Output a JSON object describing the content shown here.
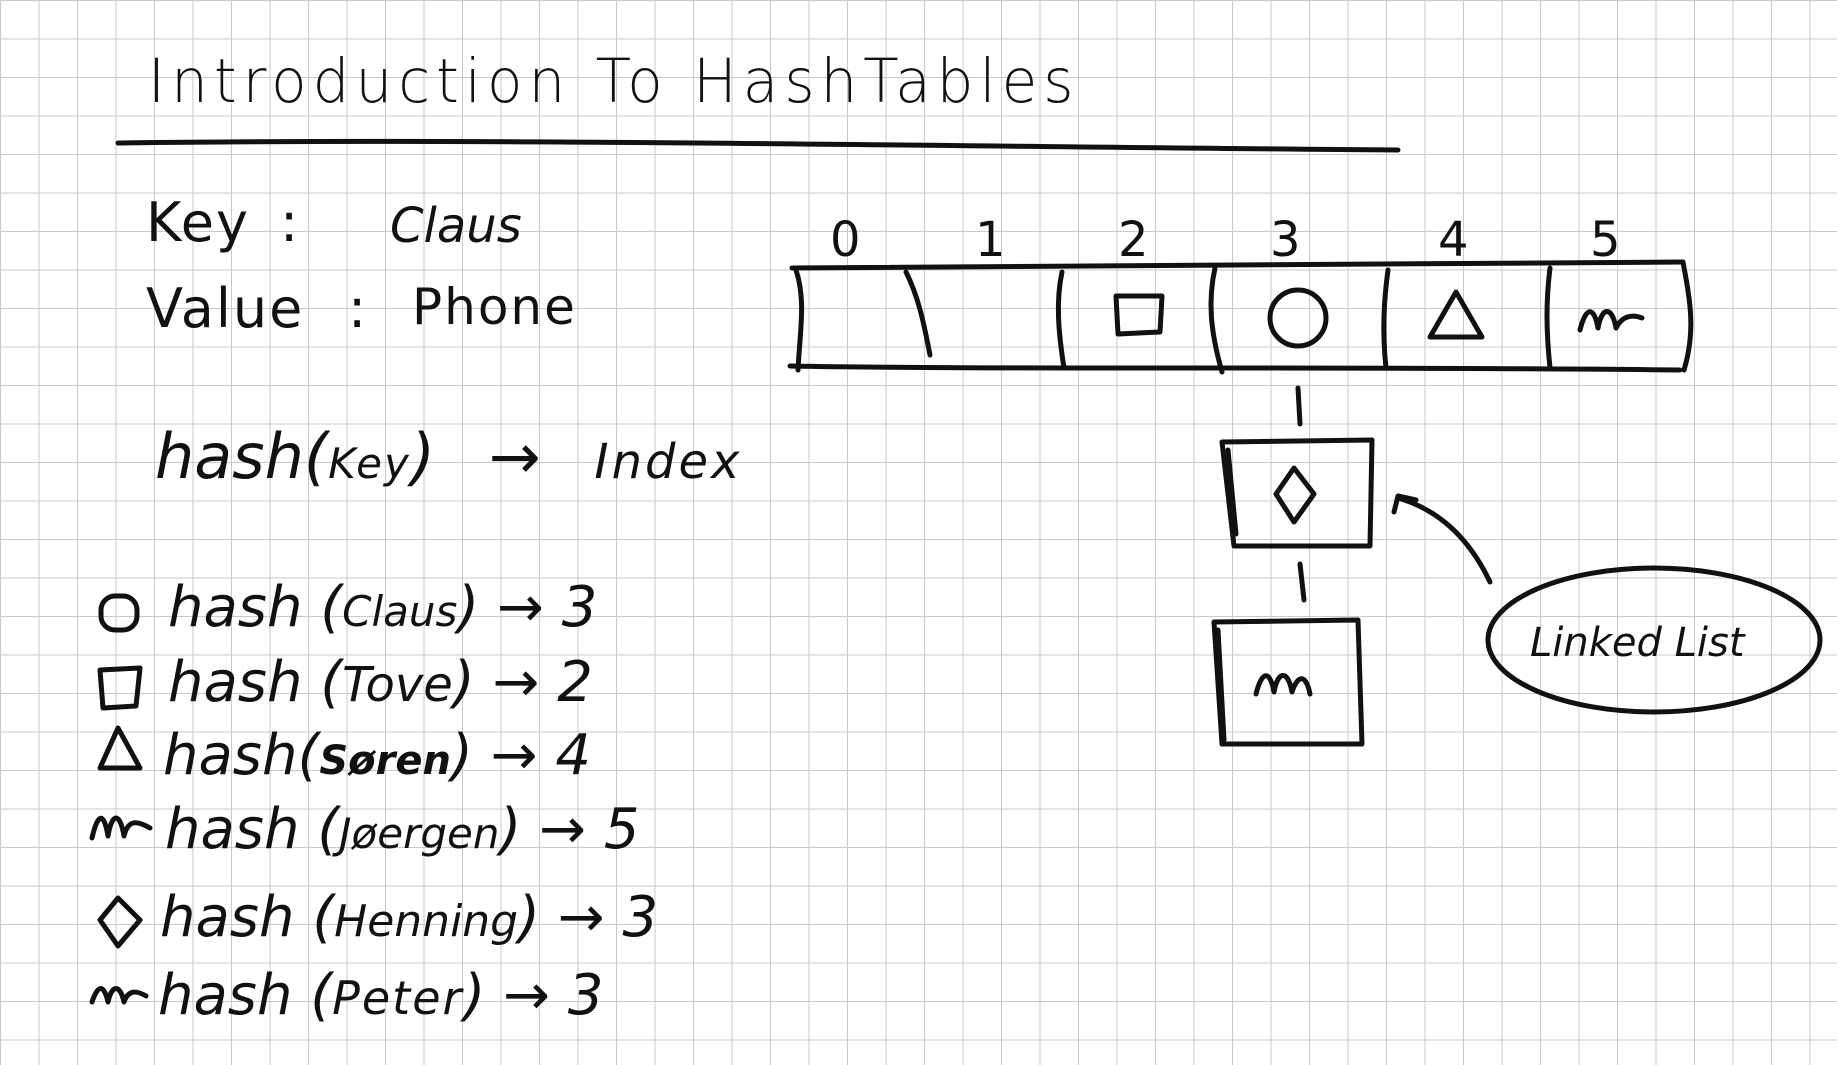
{
  "title": "Introduction To HashTables",
  "key": {
    "label": "Key",
    "value": "Claus"
  },
  "value": {
    "label": "Value",
    "value": "Phone"
  },
  "hash_rule": {
    "fn": "hash",
    "arg": "Key",
    "result": "Index"
  },
  "arrow": "→",
  "table": {
    "indices": [
      "0",
      "1",
      "2",
      "3",
      "4",
      "5"
    ]
  },
  "hash_lines": [
    {
      "symbol": "circle-icon",
      "fn": "hash",
      "arg": "Claus",
      "index": "3"
    },
    {
      "symbol": "square-icon",
      "fn": "hash",
      "arg": "Tove",
      "index": "2"
    },
    {
      "symbol": "triangle-icon",
      "fn": "hash",
      "arg": "Søren",
      "index": "4"
    },
    {
      "symbol": "wave-icon",
      "fn": "hash",
      "arg": "Jøergen",
      "index": "5"
    },
    {
      "symbol": "diamond-icon",
      "fn": "hash",
      "arg": "Henning",
      "index": "3"
    },
    {
      "symbol": "squiggle-icon",
      "fn": "hash",
      "arg": "Peter",
      "index": "3"
    }
  ],
  "callout": "Linked List"
}
